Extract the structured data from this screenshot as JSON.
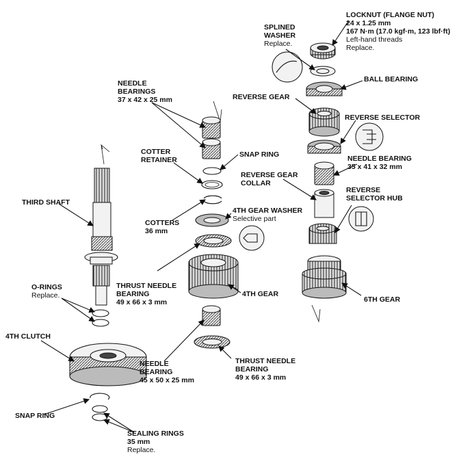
{
  "labels": {
    "locknut_title": "LOCKNUT (FLANGE NUT)",
    "locknut_size": "24 x 1.25 mm",
    "locknut_torque": "167 N·m (17.0 kgf·m, 123 lbf·ft)",
    "locknut_note1": "Left-hand threads",
    "locknut_note2": "Replace.",
    "splined_washer_1": "SPLINED",
    "splined_washer_2": "WASHER",
    "splined_washer_note": "Replace.",
    "ball_bearing": "BALL BEARING",
    "reverse_gear": "REVERSE GEAR",
    "reverse_selector": "REVERSE SELECTOR",
    "needle_bearing_r": "NEEDLE BEARING",
    "needle_bearing_r_size": "35 x 41 x 32 mm",
    "reverse_gear_collar_1": "REVERSE GEAR",
    "reverse_gear_collar_2": "COLLAR",
    "reverse_selector_hub_1": "REVERSE",
    "reverse_selector_hub_2": "SELECTOR HUB",
    "sixth_gear": "6TH GEAR",
    "needle_bearings_1": "NEEDLE",
    "needle_bearings_2": "BEARINGS",
    "needle_bearings_size": "37 x 42 x 25 mm",
    "cotter_retainer_1": "COTTER",
    "cotter_retainer_2": "RETAINER",
    "snap_ring_top": "SNAP RING",
    "fourth_gear_washer": "4TH GEAR WASHER",
    "fourth_gear_washer_note": "Selective part",
    "cotters": "COTTERS",
    "cotters_size": "36 mm",
    "third_shaft": "THIRD SHAFT",
    "thrust_needle_1": "THRUST NEEDLE",
    "thrust_needle_2": "BEARING",
    "thrust_needle_size": "49 x 66 x 3 mm",
    "fourth_gear": "4TH GEAR",
    "o_rings": "O-RINGS",
    "o_rings_note": "Replace.",
    "fourth_clutch": "4TH CLUTCH",
    "needle_bearing_l_1": "NEEDLE",
    "needle_bearing_l_2": "BEARING",
    "needle_bearing_l_size": "45 x 50 x 25 mm",
    "thrust_needle_b_1": "THRUST NEEDLE",
    "thrust_needle_b_2": "BEARING",
    "thrust_needle_b_size": "49 x 66 x 3 mm",
    "snap_ring_bottom": "SNAP RING",
    "sealing_rings": "SEALING RINGS",
    "sealing_rings_size": "35 mm",
    "sealing_rings_note": "Replace."
  },
  "colors": {
    "ink": "#111111",
    "paper": "#ffffff"
  }
}
